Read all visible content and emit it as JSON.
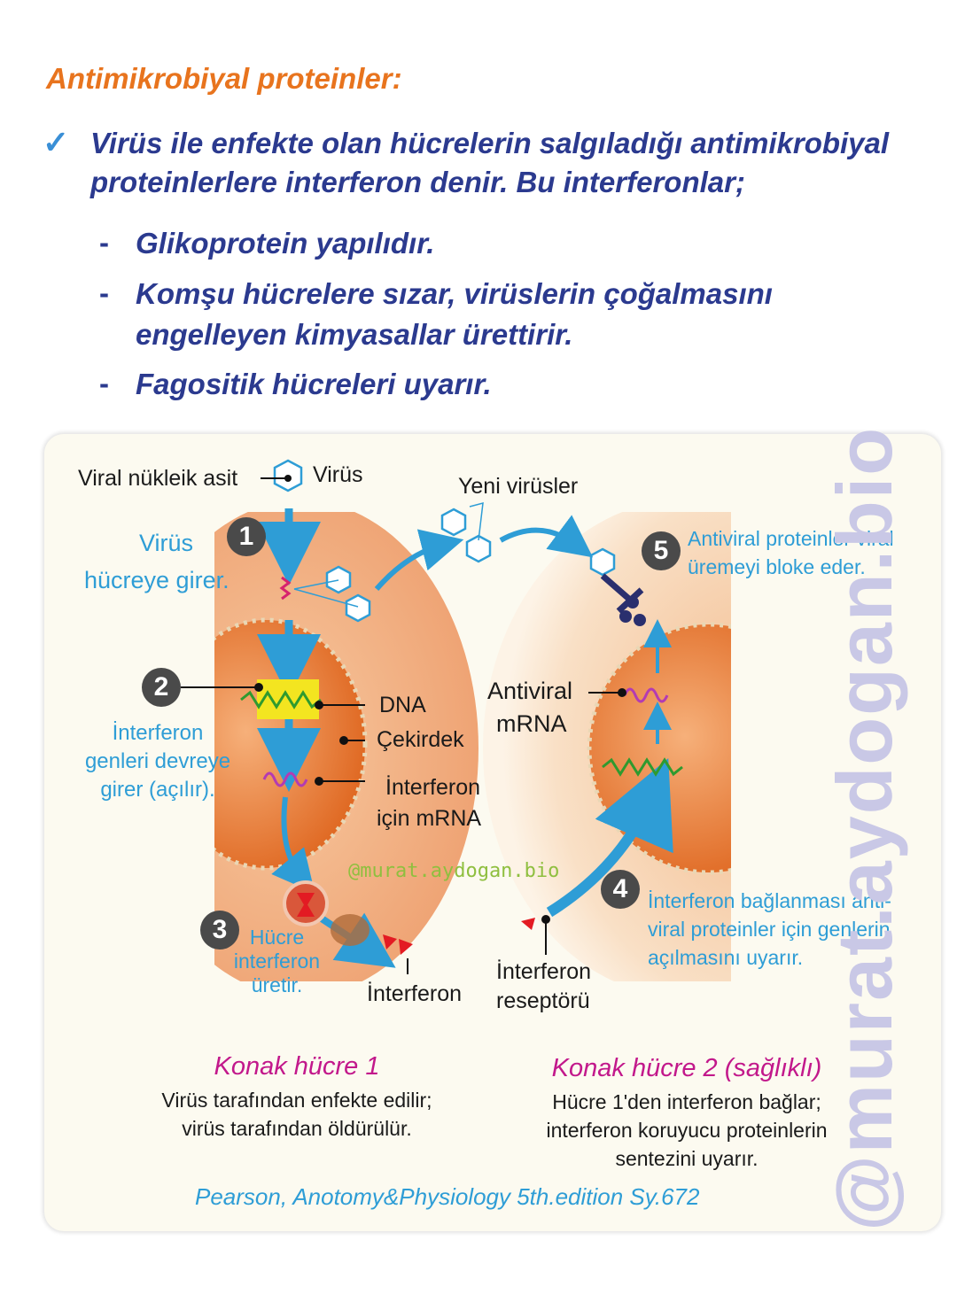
{
  "heading": "Antimikrobiyal proteinler:",
  "intro": {
    "check_icon": "check-icon",
    "line1": "Virüs ile enfekte olan hücrelerin salgıladığı antimikrobiyal",
    "line2": "proteinlerlere interferon denir. Bu interferonlar;"
  },
  "bullets": [
    {
      "dash": "-",
      "line1": "Glikoprotein yapılıdır.",
      "line2": ""
    },
    {
      "dash": "-",
      "line1": "Komşu hücrelere sızar, virüslerin çoğalmasını",
      "line2": "engelleyen kimyasallar ürettirir."
    },
    {
      "dash": "-",
      "line1": "Fagositik hücreleri uyarır.",
      "line2": ""
    }
  ],
  "diagram": {
    "labels": {
      "viral_nucleic_acid": "Viral nükleik asit",
      "virus": "Virüs",
      "new_viruses": "Yeni virüsler",
      "dna": "DNA",
      "nucleus": "Çekirdek",
      "interferon_mrna_1": "İnterferon",
      "interferon_mrna_2": "için mRNA",
      "antiviral_mrna_1": "Antiviral",
      "antiviral_mrna_2": "mRNA",
      "interferon": "İnterferon",
      "receptor_1": "İnterferon",
      "receptor_2": "reseptörü"
    },
    "steps": [
      {
        "num": "1",
        "line1": "Virüs",
        "line2": "hücreye girer.",
        "line3": ""
      },
      {
        "num": "2",
        "line1": "İnterferon",
        "line2": "genleri devreye",
        "line3": "girer (açılır)."
      },
      {
        "num": "3",
        "line1": "Hücre",
        "line2": "interferon",
        "line3": "üretir."
      },
      {
        "num": "4",
        "line1": "İnterferon bağlanması anti-",
        "line2": "viral proteinler için genlerin",
        "line3": "açılmasını uyarır."
      },
      {
        "num": "5",
        "line1": "Antiviral proteinler viral",
        "line2": "üremeyi bloke eder.",
        "line3": ""
      }
    ],
    "host1": {
      "title": "Konak hücre 1",
      "desc1": "Virüs tarafından enfekte edilir;",
      "desc2": "virüs tarafından öldürülür."
    },
    "host2": {
      "title": "Konak hücre 2 (sağlıklı)",
      "desc1": "Hücre 1'den interferon bağlar;",
      "desc2": "interferon koruyucu proteinlerin",
      "desc3": "sentezini uyarır."
    },
    "reference": "Pearson, Anotomy&Physiology 5th.edition Sy.672",
    "watermark_small": "@murat.aydogan.bio",
    "watermark_big": "@murat.aydogan.bio",
    "colors": {
      "step_blue": "#2e9dd6",
      "cell": "#f2b88a",
      "nucleus": "#e8722e",
      "title_magenta": "#c2188b"
    }
  }
}
